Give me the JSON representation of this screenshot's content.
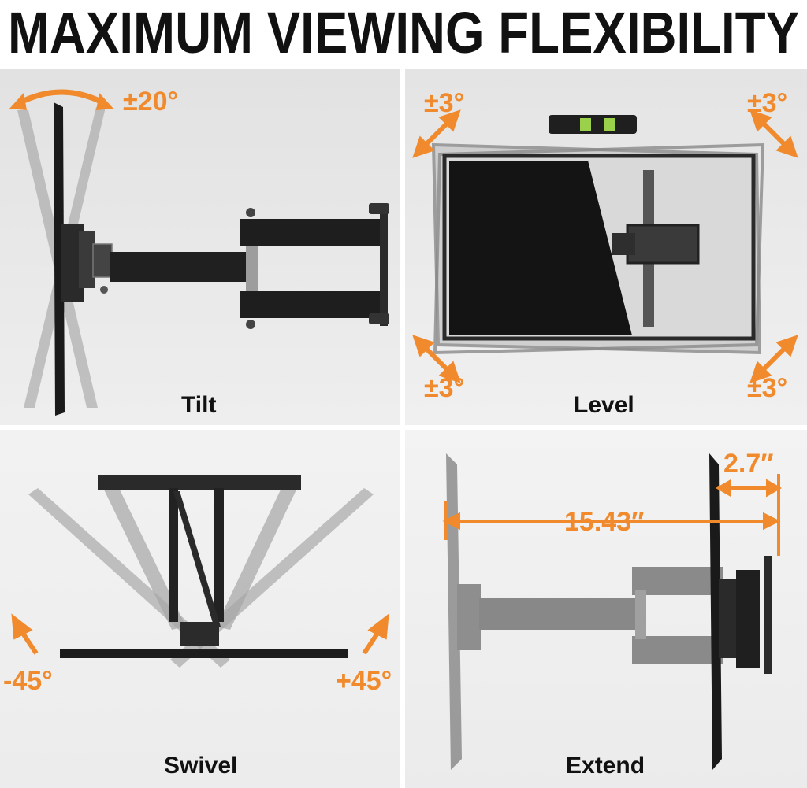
{
  "headline": "MAXIMUM VIEWING FLEXIBILITY",
  "colors": {
    "accent": "#f08a2c",
    "dark": "#1b1b1b",
    "ghost": "#8e8e8e"
  },
  "panels": {
    "tilt": {
      "caption": "Tilt",
      "angle": "±20°"
    },
    "level": {
      "caption": "Level",
      "angle_tl": "±3°",
      "angle_tr": "±3°",
      "angle_bl": "±3°",
      "angle_br": "±3°"
    },
    "swivel": {
      "caption": "Swivel",
      "angle_left": "-45°",
      "angle_right": "+45°"
    },
    "extend": {
      "caption": "Extend",
      "depth_min": "2.7″",
      "depth_max": "15.43″"
    }
  }
}
